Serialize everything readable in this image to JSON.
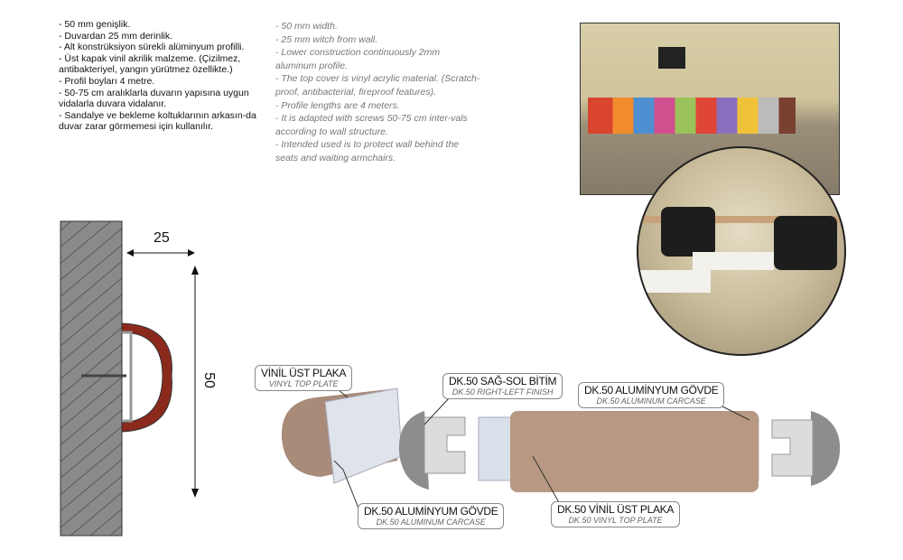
{
  "specs_tr": [
    "- 50 mm genişlik.",
    "- Duvardan 25 mm derinlik.",
    "- Alt konstrüksiyon sürekli alüminyum profilli.",
    "- Üst kapak vinil akrilik malzeme. (Çizilmez, antibakteriyel, yangın yürütmez özellikte.)",
    "- Profil boyları 4 metre.",
    "- 50-75 cm aralıklarla duvarın yapısına uygun vidalarla duvara vidalanır.",
    "- Sandalye ve bekleme koltuklarının arkasın-da duvar zarar görmemesi için kullanılır."
  ],
  "specs_en": [
    "- 50 mm width.",
    "- 25 mm witch from wall.",
    "- Lower construction continuously 2mm aluminum profile.",
    "- The top cover is vinyl acrylic material. (Scratch-proof, antibacterial, fireproof features).",
    "- Profile lengths are 4 meters.",
    "- It is adapted with screws 50-75 cm inter-vals according to wall structure.",
    "- Intended used is to protect wall behind the seats and waiting armchairs."
  ],
  "dimensions": {
    "depth": "25",
    "height": "50"
  },
  "labels": [
    {
      "title": "VİNİL ÜST PLAKA",
      "sub": "VINYL TOP PLATE"
    },
    {
      "title": "DK.50 SAĞ-SOL BİTİM",
      "sub": "DK.50 RIGHT-LEFT FINISH"
    },
    {
      "title": "DK.50 ALUMİNYUM GÖVDE",
      "sub": "DK.50 ALUMINUM CARCASE"
    },
    {
      "title": "DK.50 ALUMİNYUM GÖVDE",
      "sub": "DK.50 ALUMINUM CARCASE"
    },
    {
      "title": "DK.50 VİNİL ÜST PLAKA",
      "sub": "DK.50 VINYL TOP PLATE"
    }
  ]
}
